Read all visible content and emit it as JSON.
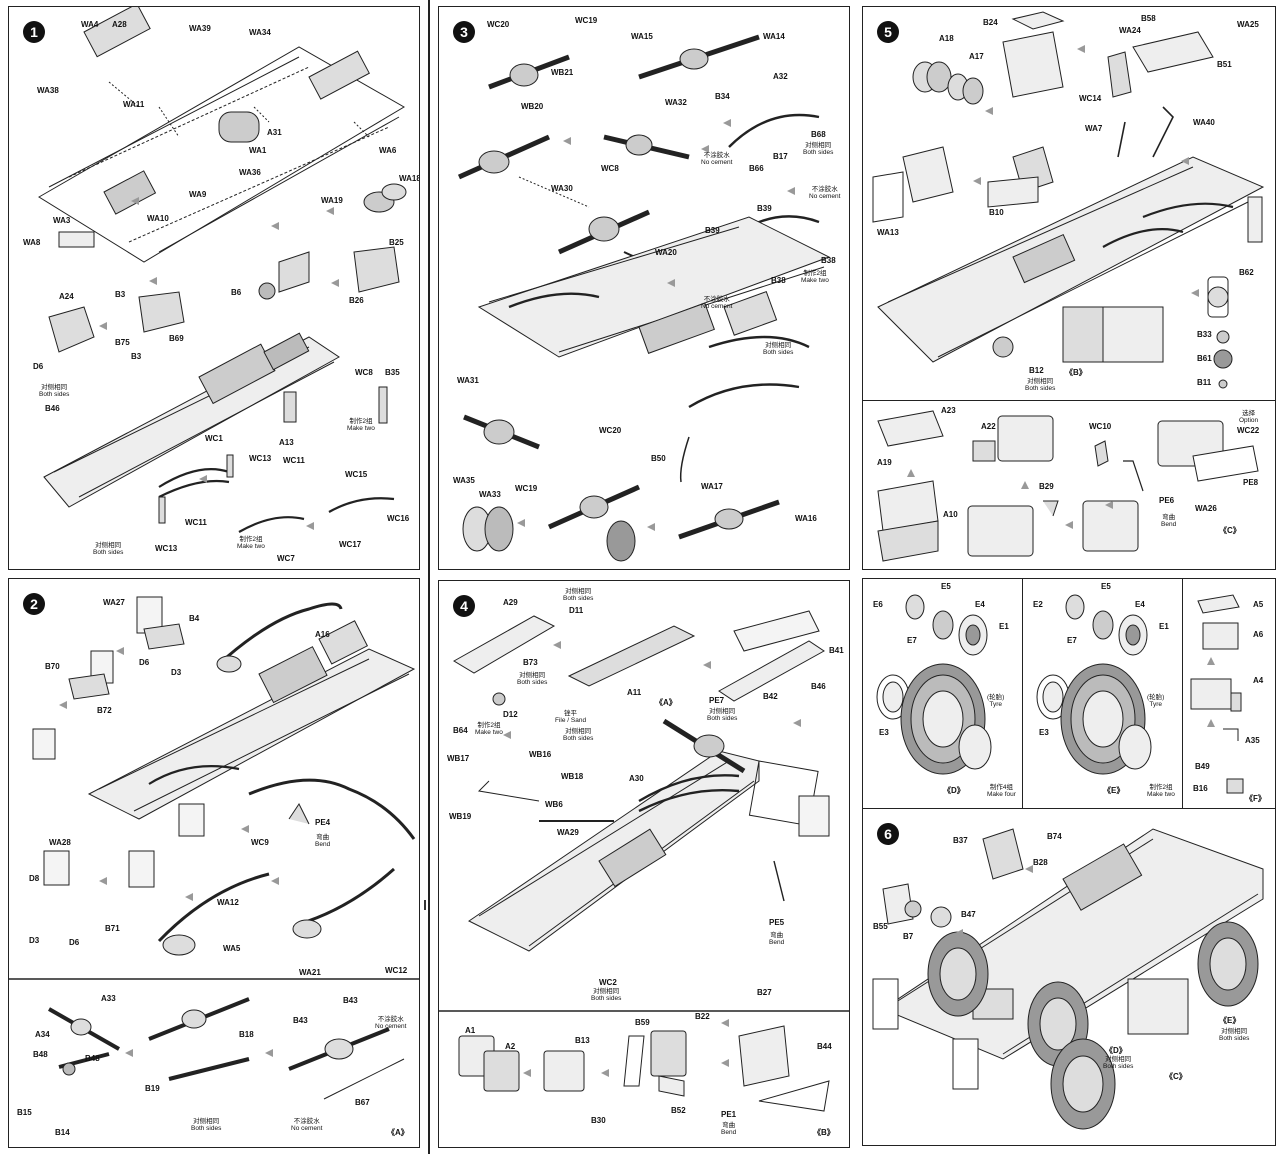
{
  "steps": {
    "s1": {
      "number": "1",
      "labels": [
        "WA4",
        "A28",
        "WA39",
        "WA34",
        "WA38",
        "WA11",
        "WA1",
        "A31",
        "WA6",
        "WA36",
        "WA9",
        "WA10",
        "WA3",
        "WA8",
        "WA19",
        "WA18",
        "B25",
        "B26",
        "B6",
        "A24",
        "B3",
        "B75",
        "B69",
        "B3",
        "D6",
        "B46",
        "A13",
        "WC8",
        "B35",
        "WC1",
        "WC13",
        "WC11",
        "WC15",
        "WC16",
        "WC11",
        "WC7",
        "WC17",
        "WC13"
      ],
      "notes": {
        "both_sides_cn": "对侧相同",
        "both_sides": "Both sides",
        "make_two_cn": "制作2组",
        "make_two": "Make two"
      }
    },
    "s2": {
      "number": "2",
      "labels": [
        "WA27",
        "B4",
        "A16",
        "D6",
        "D3",
        "B70",
        "B72",
        "PE4",
        "WC9",
        "WA28",
        "D8",
        "D3",
        "D6",
        "B71",
        "WA12",
        "WA5",
        "WA21",
        "WC12"
      ],
      "bend": {
        "cn": "弯曲",
        "en": "Bend"
      }
    },
    "s2A": {
      "labels": [
        "A33",
        "A34",
        "B18",
        "B19",
        "B43",
        "B43",
        "B48",
        "B48",
        "B15",
        "B14",
        "B67"
      ],
      "tag": "《A》",
      "notes": {
        "both_sides_cn": "对侧相同",
        "both_sides": "Both sides",
        "no_cement_cn": "不涂胶水",
        "no_cement": "No cement"
      }
    },
    "s3": {
      "number": "3",
      "labels": [
        "WC20",
        "WC19",
        "WB21",
        "WB20",
        "WA15",
        "WA14",
        "WA32",
        "A32",
        "B34",
        "WC8",
        "B17",
        "B68",
        "B66",
        "WA30",
        "B39",
        "WA20",
        "B39",
        "B38",
        "B38",
        "WA31",
        "WC20",
        "B50",
        "WC19",
        "WA17",
        "WA35",
        "WA33",
        "WA16"
      ],
      "notes": {
        "no_cement_cn": "不涂胶水",
        "no_cement": "No cement",
        "both_sides_cn": "对侧相同",
        "both_sides": "Both sides",
        "make_two_cn": "制作2组",
        "make_two": "Make two"
      }
    },
    "s4": {
      "number": "4",
      "labels": [
        "A29",
        "D11",
        "B73",
        "A11",
        "PE7",
        "B41",
        "B42",
        "B46",
        "B64",
        "D12",
        "WB17",
        "WB16",
        "WB18",
        "WB6",
        "WB19",
        "A30",
        "WA29",
        "WC2",
        "PE5",
        "B27"
      ],
      "tag": "《A》",
      "notes": {
        "both_sides_cn": "对侧相同",
        "both_sides": "Both sides",
        "make_two_cn": "制作2组",
        "make_two": "Make two",
        "file_cn": "锉平",
        "file": "File / Sand",
        "bend_cn": "弯曲",
        "bend": "Bend"
      }
    },
    "s4B": {
      "labels": [
        "A1",
        "A2",
        "B13",
        "B59",
        "B22",
        "B30",
        "B52",
        "B44",
        "PE1"
      ],
      "tag": "《B》",
      "bend": {
        "cn": "弯曲",
        "en": "Bend"
      }
    },
    "s5": {
      "number": "5",
      "labels": [
        "B24",
        "A18",
        "A17",
        "B58",
        "WA24",
        "WA25",
        "B51",
        "WC14",
        "WA7",
        "WA40",
        "B10",
        "WA13",
        "B62",
        "B33",
        "B61",
        "B11",
        "B12"
      ],
      "tag": "《B》",
      "notes": {
        "both_sides_cn": "对侧相同",
        "both_sides": "Both sides"
      }
    },
    "s5C": {
      "labels": [
        "A23",
        "A19",
        "A10",
        "A22",
        "B29",
        "WC10",
        "PE6",
        "WA26",
        "WC22",
        "PE8"
      ],
      "tag": "《C》",
      "notes": {
        "option_cn": "选择",
        "option": "Option",
        "bend_cn": "弯曲",
        "bend": "Bend"
      }
    },
    "s5D": {
      "labels": [
        "E6",
        "E5",
        "E4",
        "E7",
        "E1",
        "E3"
      ],
      "tyre": "Tyre",
      "tyre_cn": "(轮胎)",
      "tag": "《D》",
      "make_four_cn": "制作4组",
      "make_four": "Make four"
    },
    "s5E": {
      "labels": [
        "E2",
        "E5",
        "E4",
        "E7",
        "E1",
        "E3"
      ],
      "tyre": "Tyre",
      "tyre_cn": "(轮胎)",
      "tag": "《E》",
      "make_two_cn": "制作2组",
      "make_two": "Make two"
    },
    "s5F": {
      "labels": [
        "A5",
        "A6",
        "A4",
        "A35",
        "B49",
        "B16"
      ],
      "tag": "《F》"
    },
    "s6": {
      "number": "6",
      "labels": [
        "B37",
        "B74",
        "B28",
        "B55",
        "B47",
        "B7"
      ],
      "tag_e": "《E》",
      "tag_d": "《D》",
      "tag_c": "《C》",
      "notes": {
        "both_sides_cn": "对侧相同",
        "both_sides": "Both sides"
      }
    }
  }
}
